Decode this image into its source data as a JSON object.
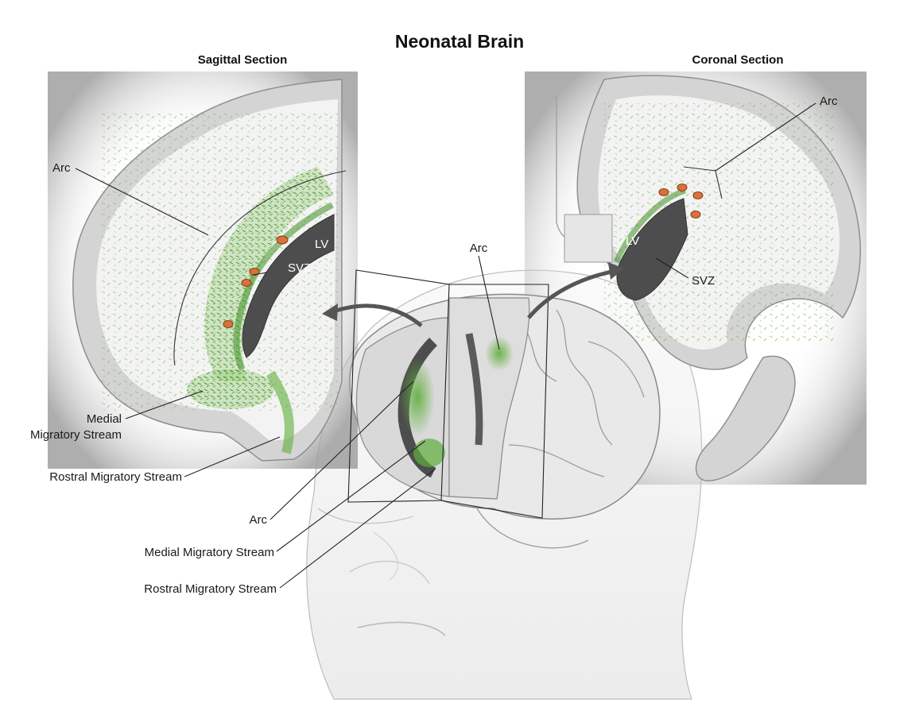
{
  "title": "Neonatal Brain",
  "sagittal": {
    "heading": "Sagittal Section",
    "arc": "Arc",
    "lv": "LV",
    "svz": "SVZ",
    "medial_line1": "Medial",
    "medial_line2": "Migratory Stream",
    "rostral": "Rostral Migratory Stream"
  },
  "coronal": {
    "heading": "Coronal Section",
    "arc": "Arc",
    "lv": "LV",
    "svz": "SVZ"
  },
  "center": {
    "arc_top": "Arc",
    "arc_bottom": "Arc",
    "medial": "Medial Migratory Stream",
    "rostral": "Rostral Migratory Stream"
  },
  "colors": {
    "cortex": "#d6d6d6",
    "white_matter": "#f4f4f4",
    "ventricle": "#4a4a4a",
    "neuron_green": "#5fae3a",
    "svz_orange": "#d9713a"
  }
}
